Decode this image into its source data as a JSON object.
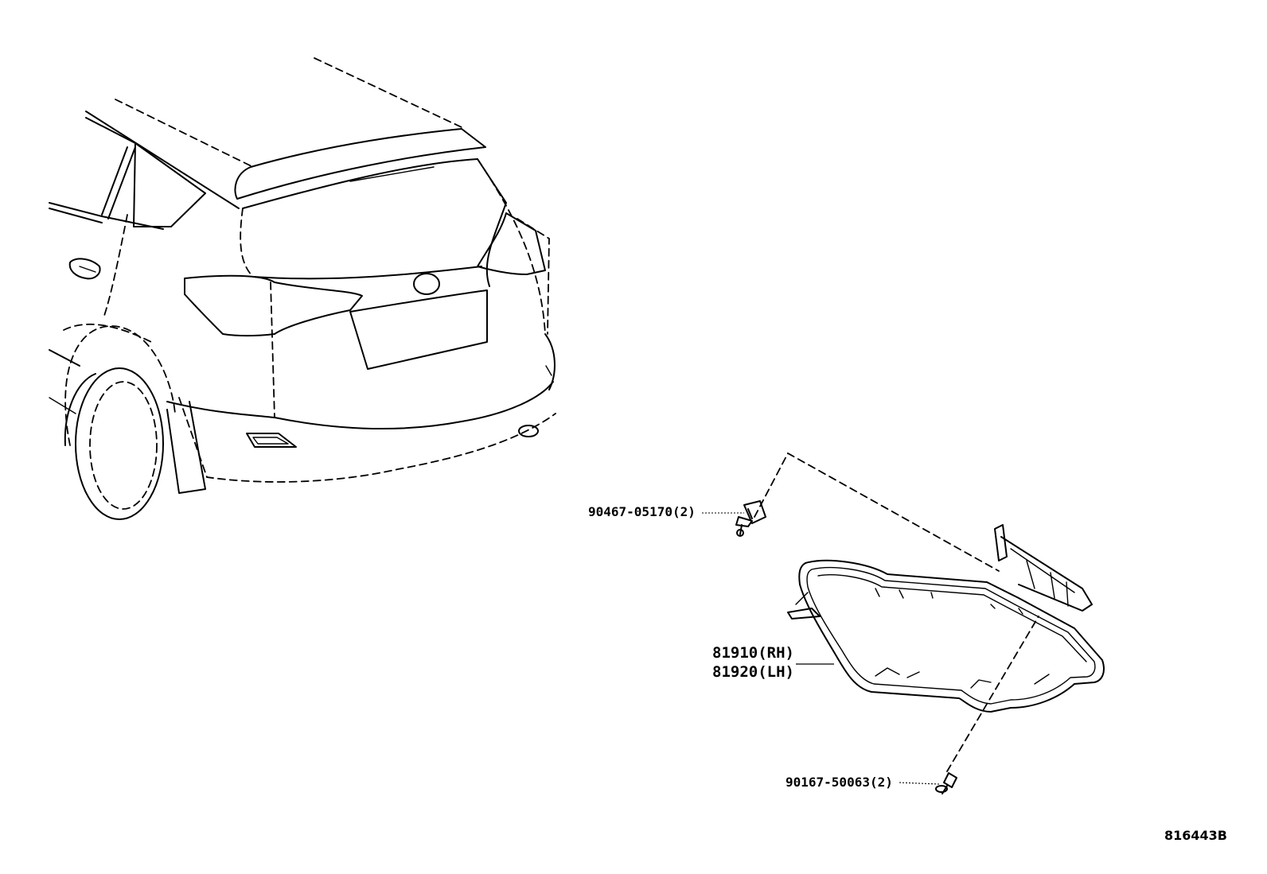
{
  "parts": {
    "clip": {
      "label": "90467-05170(2)"
    },
    "lamp_rh": {
      "label": "81910(RH)"
    },
    "lamp_lh": {
      "label": "81920(LH)"
    },
    "screw": {
      "label": "90167-50063(2)"
    }
  },
  "figure_id": "816443B"
}
